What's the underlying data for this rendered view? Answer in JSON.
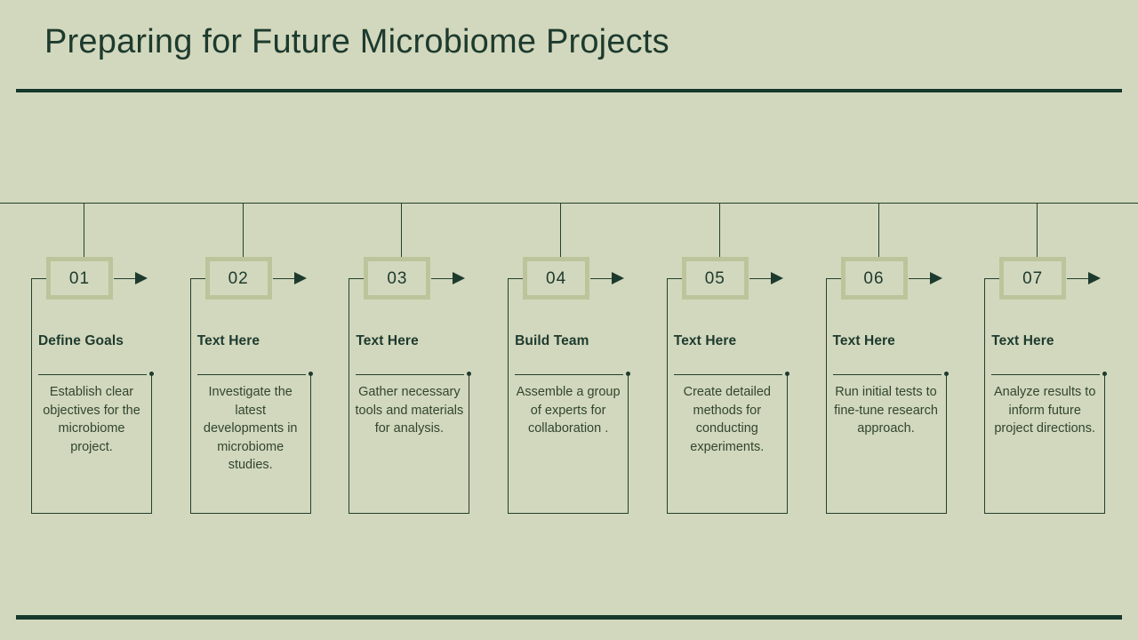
{
  "header": {
    "title": "Preparing for Future Microbiome Projects"
  },
  "theme": {
    "background": "#d2d8bd",
    "rule": "#17382c",
    "line": "#23402f",
    "box_border": "#bcc49c",
    "heading_text": "#1d3a2e",
    "body_text": "#31452f"
  },
  "timeline": {
    "steps": [
      {
        "number": "01",
        "title": "Define Goals",
        "body": "Establish clear objectives for the microbiome project."
      },
      {
        "number": "02",
        "title": "Text Here",
        "body": "Investigate the latest developments in microbiome studies."
      },
      {
        "number": "03",
        "title": "Text Here",
        "body": "Gather necessary tools and materials for analysis."
      },
      {
        "number": "04",
        "title": "Build Team",
        "body": "Assemble a group of experts for collaboration ."
      },
      {
        "number": "05",
        "title": "Text Here",
        "body": "Create detailed methods for conducting experiments."
      },
      {
        "number": "06",
        "title": "Text Here",
        "body": "Run initial tests to fine-tune research approach."
      },
      {
        "number": "07",
        "title": "Text Here",
        "body": "Analyze results to inform future project directions."
      }
    ]
  }
}
